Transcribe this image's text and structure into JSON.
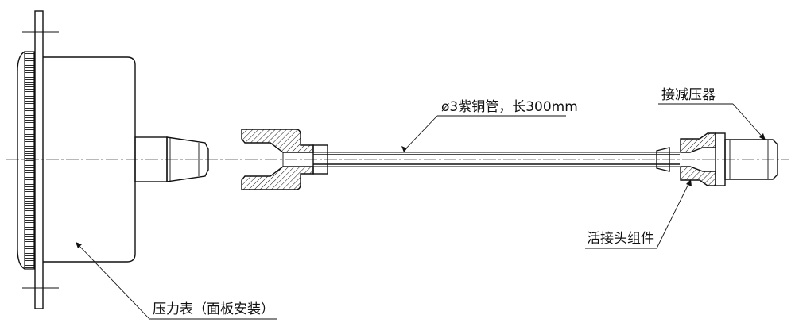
{
  "labels": {
    "copper_tube": "ø3紫铜管，长300mm",
    "reducer": "接减压器",
    "union_assembly": "活接头组件",
    "pressure_gauge": "压力表（面板安装）"
  },
  "colors": {
    "line": "#111111",
    "background": "#ffffff"
  }
}
